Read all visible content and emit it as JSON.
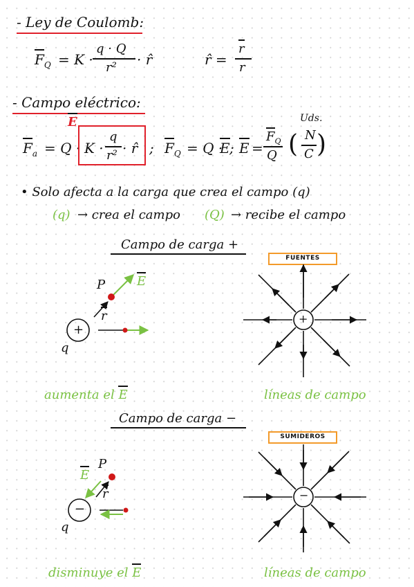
{
  "coulomb": {
    "heading": "- Ley de Coulomb:",
    "lhs": "F",
    "lhs_sub": "Q",
    "eq": "= K ·",
    "num": "q · Q",
    "den": "r²",
    "tail": "· r̂",
    "rhat": "r̂ =",
    "rnum": "r",
    "rden": "r"
  },
  "campo": {
    "heading": "- Campo eléctrico:",
    "e_above": "E",
    "lhs": "F",
    "lhs_sub": "a",
    "eq1": "= Q ·",
    "box_k": "K ·",
    "box_num": "q",
    "box_den": "r²",
    "box_tail": "· r̂",
    "semi1": ";",
    "f2": "F",
    "f2_sub": "Q",
    "eq2": "= Q ·",
    "e2": "E",
    "semi2": ";",
    "e3": "E",
    "eq3": "=",
    "frac_num": "F",
    "frac_num_sub": "Q",
    "frac_den": "Q",
    "uds": "Uds.",
    "unit_num": "N",
    "unit_den": "C"
  },
  "notes": {
    "bullet": "• Solo afecta a la carga que crea el campo (q)",
    "q_label": "(q)",
    "q_text": "→ crea el campo",
    "Q_label": "(Q)",
    "Q_text": "→ recibe el campo"
  },
  "positive": {
    "title": "Campo de carga +",
    "tag": "FUENTES",
    "p": "P",
    "e": "E",
    "r": "r",
    "q": "q",
    "sign": "+",
    "caption_left": "aumenta el",
    "caption_left_e": "E",
    "caption_right": "líneas de campo"
  },
  "negative": {
    "title": "Campo de carga −",
    "tag": "SUMIDEROS",
    "p": "P",
    "e": "E",
    "r": "r",
    "q": "q",
    "sign": "−",
    "caption_left": "disminuye el",
    "caption_left_e": "E",
    "caption_right": "líneas de campo"
  },
  "colors": {
    "accent_red": "#e0202a",
    "accent_green": "#7ac143",
    "tag_border": "#f39a2a"
  }
}
